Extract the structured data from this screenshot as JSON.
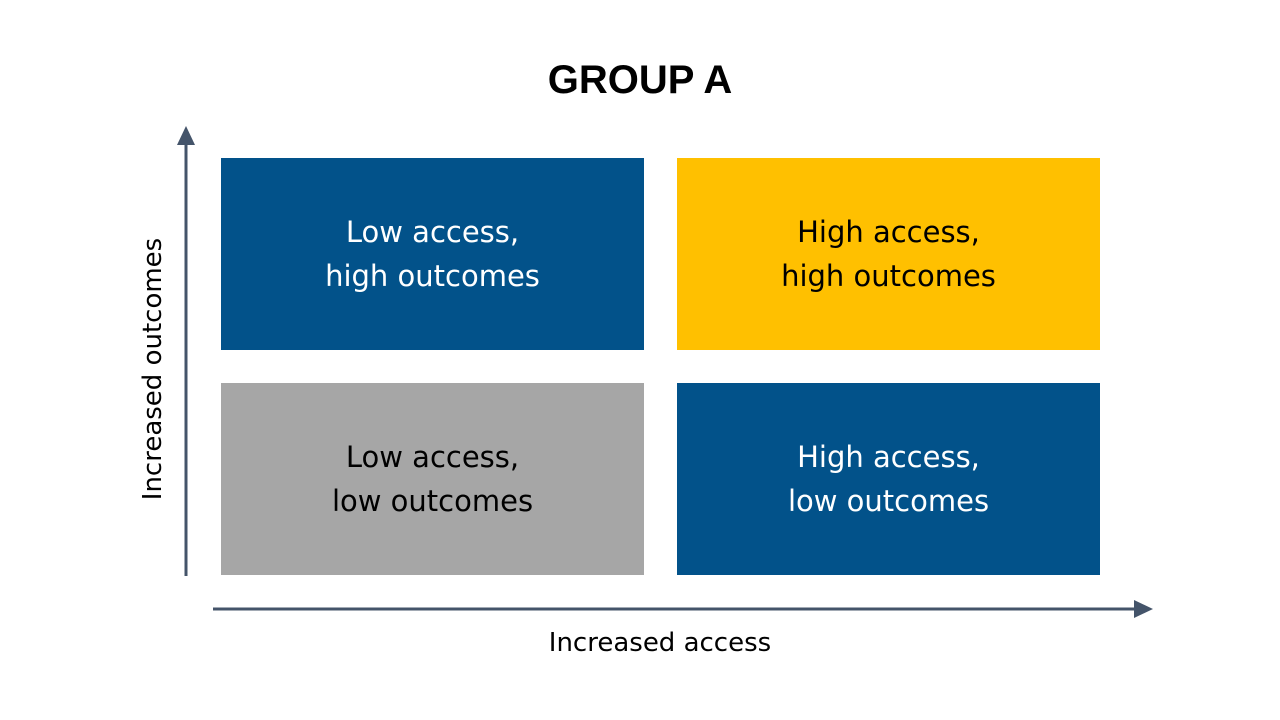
{
  "title": "GROUP A",
  "axes": {
    "y_label": "Increased outcomes",
    "x_label": "Increased access",
    "color": "#44546A"
  },
  "quadrants": {
    "top_left": {
      "line1": "Low access,",
      "line2": "high outcomes",
      "fill": "#02528A",
      "text_color": "#FFFFFF"
    },
    "top_right": {
      "line1": "High access,",
      "line2": "high outcomes",
      "fill": "#FFC000",
      "text_color": "#000000"
    },
    "bottom_left": {
      "line1": "Low access,",
      "line2": "low outcomes",
      "fill": "#A6A6A6",
      "text_color": "#000000"
    },
    "bottom_right": {
      "line1": "High access,",
      "line2": "low outcomes",
      "fill": "#02528A",
      "text_color": "#FFFFFF"
    }
  }
}
